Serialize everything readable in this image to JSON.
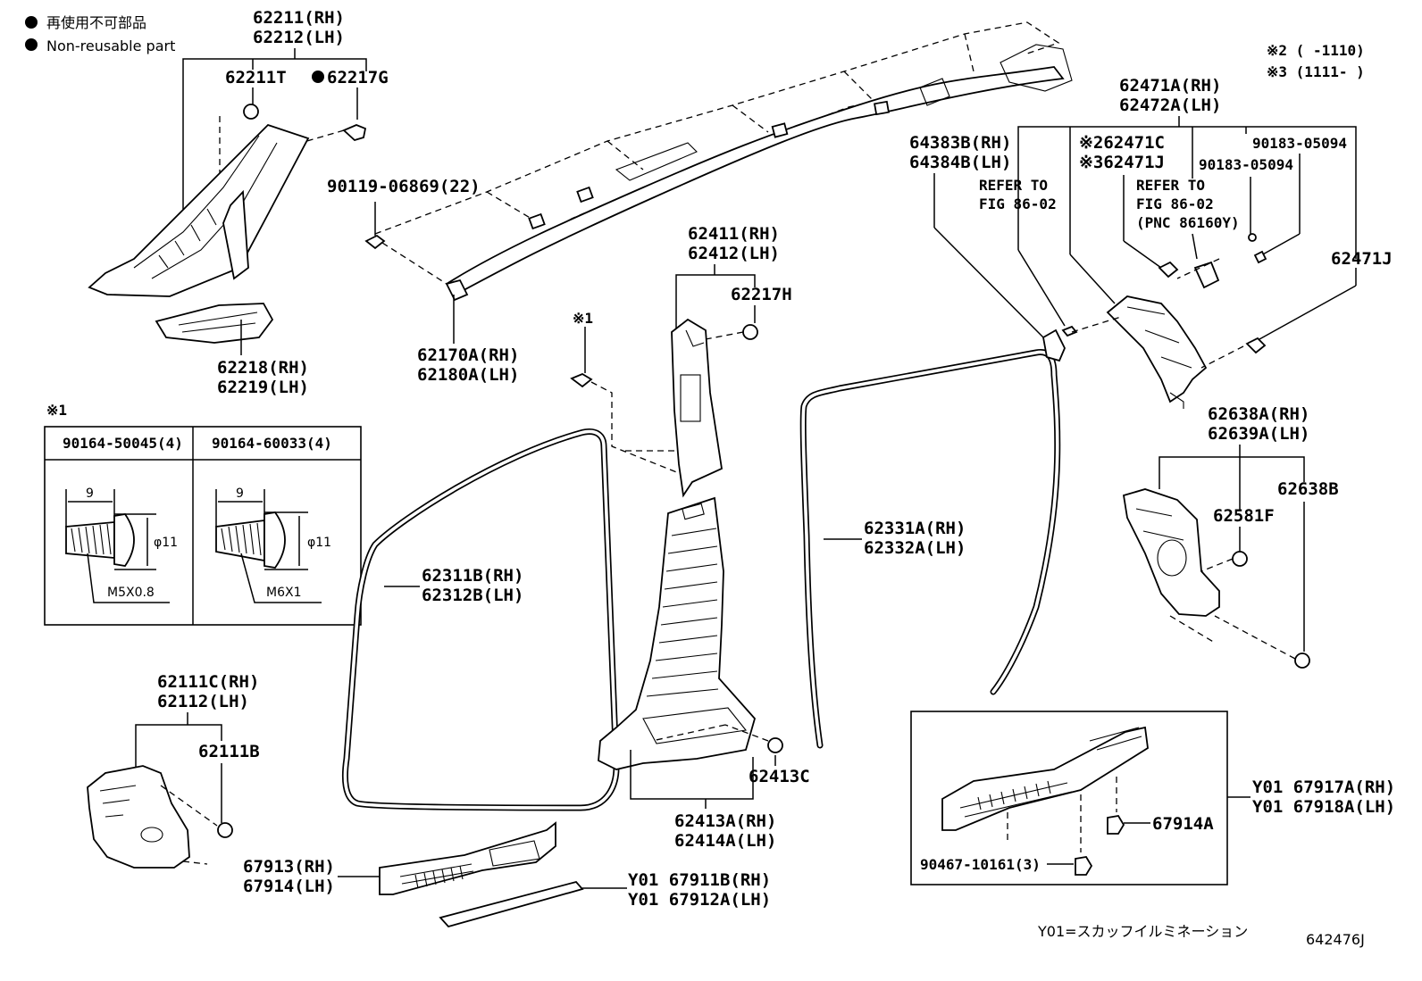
{
  "legend": {
    "jp": "再使用不可部品",
    "en": "Non-reusable part",
    "marker": "●"
  },
  "notes": {
    "n2": "※2 (    -1110)",
    "n3": "※3 (1111-    )",
    "footer_jp": "Y01=スカッフイルミネーション",
    "figure_no": "642476J",
    "ref1_a": "REFER TO",
    "ref1_b": "FIG 86-02",
    "ref2_a": "REFER TO",
    "ref2_b": "FIG 86-02",
    "ref2_c": "(PNC 86160Y)"
  },
  "labels": {
    "p62211": "62211(RH)",
    "p62212": "62212(LH)",
    "p62211T": "62211T",
    "p62217G": "62217G",
    "p62218": "62218(RH)",
    "p62219": "62219(LH)",
    "p90119": "90119-06869(22)",
    "p62170A": "62170A(RH)",
    "p62180A": "62180A(LH)",
    "p62411": "62411(RH)",
    "p62412": "62412(LH)",
    "p62217H": "62217H",
    "mark1": "※1",
    "p62471A": "62471A(RH)",
    "p62472A": "62472A(LH)",
    "p64383B": "64383B(RH)",
    "p64384B": "64384B(LH)",
    "p62471C": "※262471C",
    "p62471Jn": "※362471J",
    "p90183a": "90183-05094",
    "p90183b": "90183-05094",
    "p62471J": "62471J",
    "p62638A": "62638A(RH)",
    "p62639A": "62639A(LH)",
    "p62638B": "62638B",
    "p62581F": "62581F",
    "p62331A": "62331A(RH)",
    "p62332A": "62332A(LH)",
    "p62311B": "62311B(RH)",
    "p62312B": "62312B(LH)",
    "p62111C": "62111C(RH)",
    "p62112": "62112(LH)",
    "p62111B": "62111B",
    "p62413C": "62413C",
    "p62413A": "62413A(RH)",
    "p62414A": "62414A(LH)",
    "p67913": "67913(RH)",
    "p67914": "67914(LH)",
    "pY01a": "Y01 67911B(RH)",
    "pY01b": "Y01 67912A(LH)",
    "pY01c": "Y01 67917A(RH)",
    "pY01d": "Y01 67918A(LH)",
    "p67914A": "67914A",
    "p90467": "90467-10161(3)"
  },
  "inset": {
    "title": "※1",
    "col1": "90164-50045(4)",
    "col2": "90164-60033(4)",
    "dim1": "9",
    "dim2": "9",
    "dia1": "φ11",
    "dia2": "φ11",
    "thread1": "M5X0.8",
    "thread2": "M6X1"
  }
}
